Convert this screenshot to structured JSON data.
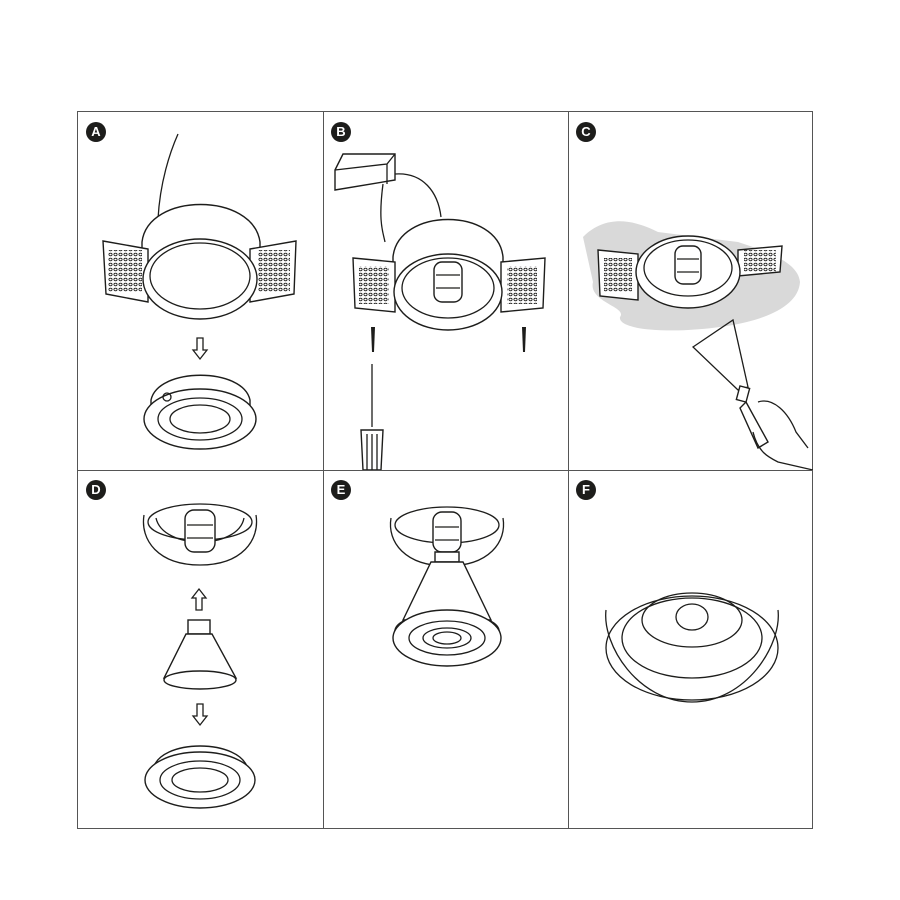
{
  "steps": [
    {
      "label": "A"
    },
    {
      "label": "B"
    },
    {
      "label": "C"
    },
    {
      "label": "D"
    },
    {
      "label": "E"
    },
    {
      "label": "F"
    }
  ],
  "colors": {
    "line": "#1d1d1b",
    "badge": "#1d1d1b",
    "plaster": "#d9d9d9",
    "border": "#555555"
  }
}
